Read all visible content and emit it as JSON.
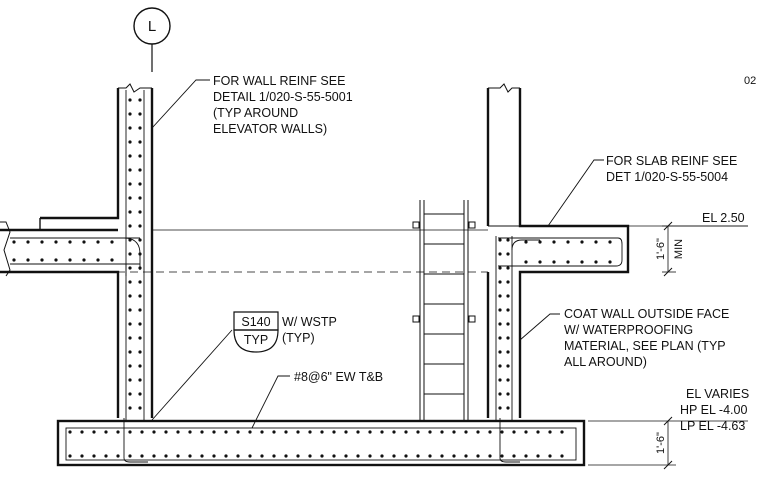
{
  "grid_bubble": {
    "label": "L"
  },
  "sheet_ref": "02",
  "notes": {
    "wall_reinf": [
      "FOR WALL REINF SEE",
      "DETAIL 1/020-S-55-5001",
      "(TYP AROUND",
      "ELEVATOR WALLS)"
    ],
    "slab_reinf": [
      "FOR SLAB REINF SEE",
      "DET 1/020-S-55-5004"
    ],
    "coat_wall": [
      "COAT WALL OUTSIDE FACE",
      "W/ WATERPROOFING",
      "MATERIAL, SEE PLAN (TYP",
      "ALL AROUND)"
    ],
    "wstp": [
      "W/ WSTP",
      "(TYP)"
    ],
    "mat_bars": "#8@6\" EW T&B"
  },
  "section_tag": {
    "top": "S140",
    "bottom": "TYP"
  },
  "elevations": {
    "top": "EL 2.50",
    "varies": "EL VARIES",
    "hp": "HP EL -4.00",
    "lp": "LP EL -4.63"
  },
  "dimensions": {
    "slab_depth": "1'-6\"",
    "slab_min": "MIN",
    "mat_depth": "1'-6\""
  },
  "colors": {
    "line": "#111111",
    "background": "#ffffff"
  }
}
